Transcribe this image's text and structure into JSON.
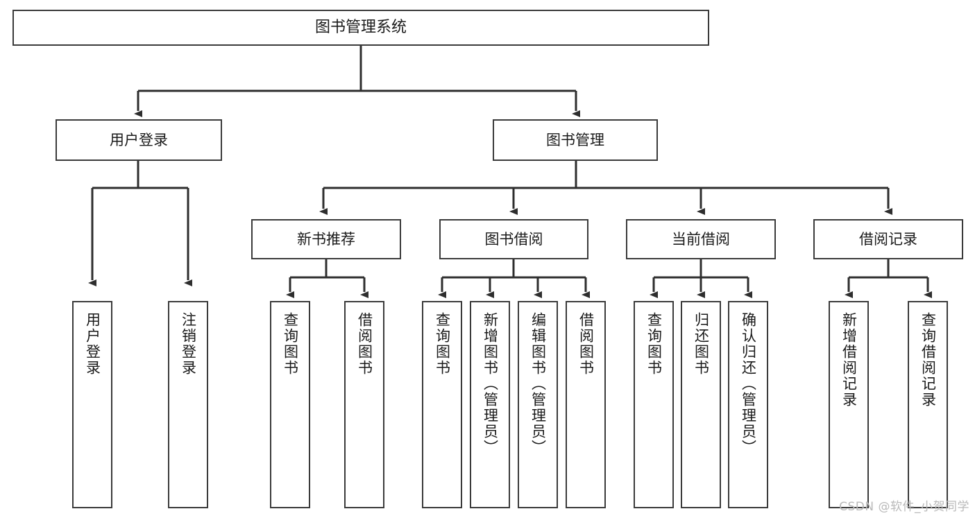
{
  "diagram": {
    "type": "tree-hierarchy",
    "title": "图书管理系统",
    "nodes": {
      "root": {
        "label": "图书管理系统"
      },
      "login": {
        "label": "用户登录"
      },
      "bookmgmt": {
        "label": "图书管理"
      },
      "newbook": {
        "label": "新书推荐"
      },
      "borrow": {
        "label": "图书借阅"
      },
      "current": {
        "label": "当前借阅"
      },
      "records": {
        "label": "借阅记录"
      },
      "login_leaf_1": {
        "label": "用户登录"
      },
      "login_leaf_2": {
        "label": "注销登录"
      },
      "newbook_leaf_1": {
        "label": "查询图书"
      },
      "newbook_leaf_2": {
        "label": "借阅图书"
      },
      "borrow_leaf_1": {
        "label": "查询图书"
      },
      "borrow_leaf_2": {
        "label": "新增图书（管理员）"
      },
      "borrow_leaf_3": {
        "label": "编辑图书（管理员）"
      },
      "borrow_leaf_4": {
        "label": "借阅图书"
      },
      "current_leaf_1": {
        "label": "查询图书"
      },
      "current_leaf_2": {
        "label": "归还图书"
      },
      "current_leaf_3": {
        "label": "确认归还（管理员）"
      },
      "records_leaf_1": {
        "label": "新增借阅记录"
      },
      "records_leaf_2": {
        "label": "查询借阅记录"
      }
    },
    "colors": {
      "stroke": "#3a3a3a",
      "text": "#1a1a1a",
      "background": "#ffffff",
      "watermark": "#b9b9b9"
    }
  },
  "watermark": {
    "text": "CSDN @软件_小贺同学"
  }
}
